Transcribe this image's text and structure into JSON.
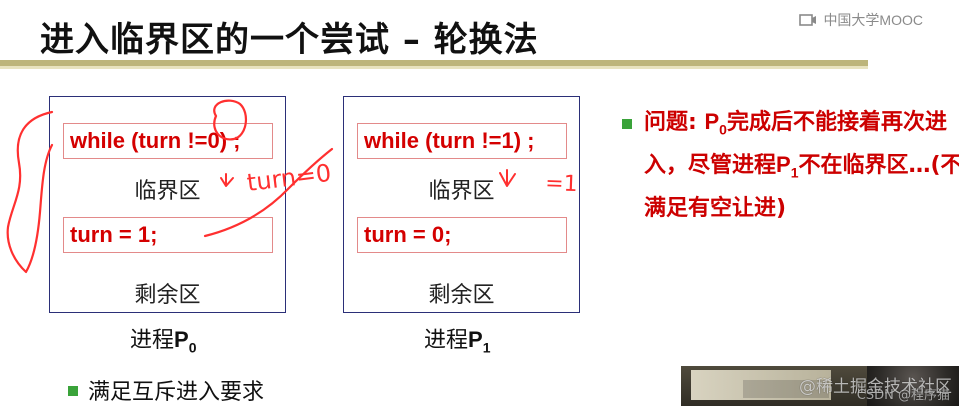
{
  "slide": {
    "title": "进入临界区的一个尝试 – 轮换法",
    "brand": "中国大学MOOC"
  },
  "processes": [
    {
      "code_top": "while (turn !=0) ;",
      "critical_label": "临界区",
      "code_bottom": "turn = 1;",
      "remainder_label": "剩余区",
      "caption_prefix": "进程",
      "caption_letter": "P",
      "caption_index": "0"
    },
    {
      "code_top": "while (turn !=1) ;",
      "critical_label": "临界区",
      "code_bottom": "turn = 0;",
      "remainder_label": "剩余区",
      "caption_prefix": "进程",
      "caption_letter": "P",
      "caption_index": "1"
    }
  ],
  "issue": {
    "label": "问题: ",
    "p0_letter": "P",
    "p0_index": "0",
    "text_1": "完成后不能接着再次进入，尽管进程",
    "p1_letter": "P",
    "p1_index": "1",
    "text_2": "不在临界区…(不满足有空让进)"
  },
  "mutual": {
    "text": "满足互斥进入要求"
  },
  "annotations": {
    "turn_note": "turn=0",
    "right_note": "=1"
  },
  "watermarks": {
    "line_1": "@稀土掘金技术社区",
    "line_2": "CSDN @程序猫"
  },
  "colors": {
    "title_rule": "#bdb57b",
    "code_text": "#d40000",
    "issue_text": "#cc0000",
    "bullet": "#3aa33a",
    "process_border": "#2b2f78",
    "code_border": "#e38a8a"
  },
  "icons": {
    "brand": "mooc-logo-icon"
  }
}
